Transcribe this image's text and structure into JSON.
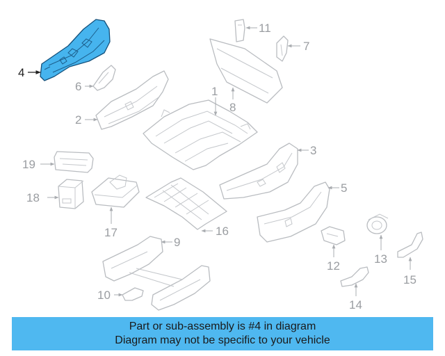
{
  "callouts": {
    "c1": "1",
    "c2": "2",
    "c3": "3",
    "c4": "4",
    "c5": "5",
    "c6": "6",
    "c7": "7",
    "c8": "8",
    "c9": "9",
    "c10": "10",
    "c11": "11",
    "c12": "12",
    "c13": "13",
    "c14": "14",
    "c15": "15",
    "c16": "16",
    "c17": "17",
    "c18": "18",
    "c19": "19"
  },
  "highlighted_part": "4",
  "colors": {
    "highlight_fill": "#46b4ee",
    "highlight_stroke": "#14507a",
    "banner_background": "#4fb8f0",
    "part_outline": "#b9bcc0",
    "callout_text": "#9a9da1"
  },
  "banner": {
    "line1": "Part or sub-assembly is #4 in diagram",
    "line2": "Diagram may not be specific to your vehicle"
  }
}
